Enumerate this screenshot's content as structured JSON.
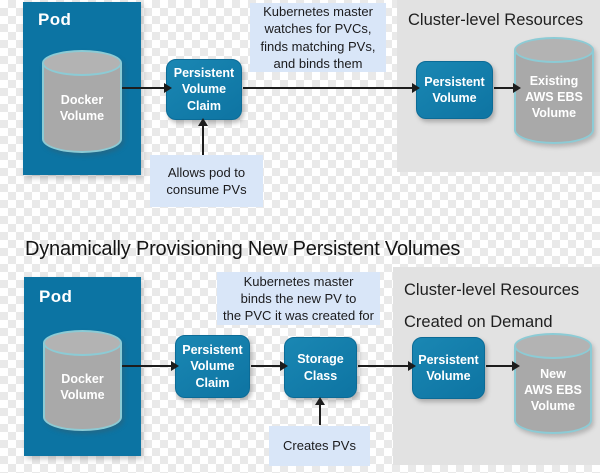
{
  "colors": {
    "pod": "#0c74a3",
    "node": "#0f76a4",
    "node_light": "#1a87b3",
    "node_dark": "#0c6b96",
    "cyl_body": "#a9a9a9",
    "cyl_lid": "#b3b3b3",
    "cyl_ring": "#8ccbd5",
    "panel": "#e2e2e2",
    "note": "#d9e6f8",
    "arrow": "#1d1d1d"
  },
  "section1": {
    "pod_label": "Pod",
    "docker_volume_label": "Docker\nVolume",
    "pvc_label": "Persistent\nVolume\nClaim",
    "pv_label": "Persistent\nVolume",
    "ebs_label": "Existing\nAWS EBS\nVolume",
    "panel_title": "Cluster-level Resources",
    "note_master": "Kubernetes master\nwatches for PVCs,\nfinds matching PVs,\nand binds them",
    "note_allows": "Allows pod to\nconsume PVs"
  },
  "section2": {
    "title": "Dynamically Provisioning New Persistent Volumes",
    "pod_label": "Pod",
    "docker_volume_label": "Docker\nVolume",
    "pvc_label": "Persistent\nVolume\nClaim",
    "storage_class_label": "Storage\nClass",
    "pv_label": "Persistent\nVolume",
    "ebs_label": "New\nAWS EBS\nVolume",
    "panel_title": "Cluster-level Resources\nCreated on Demand",
    "note_master": "Kubernetes master\nbinds the new PV to\nthe PVC it was created for",
    "note_creates": "Creates PVs"
  }
}
